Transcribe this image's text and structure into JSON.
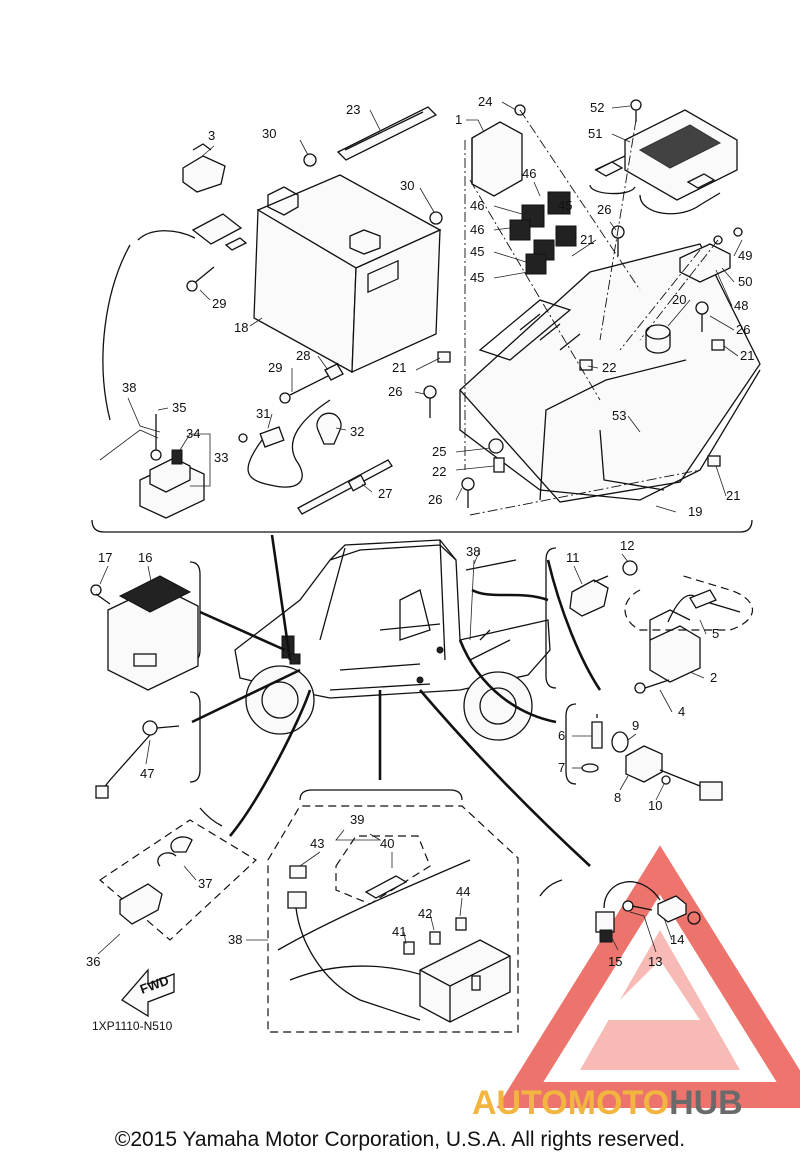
{
  "diagram_code": "1XP1110-N510",
  "forward_label": "FWD",
  "copyright": "©2015 Yamaha Motor Corporation, U.S.A. All rights reserved.",
  "watermark": {
    "brand_part1": "AUTOMOTO",
    "brand_part2": "HUB",
    "accent_color": "#e8463c",
    "secondary_color": "#f2b640",
    "gray_color": "#6a6a6a"
  },
  "callouts": {
    "n1": "1",
    "n2": "2",
    "n3": "3",
    "n4": "4",
    "n5": "5",
    "n6": "6",
    "n7": "7",
    "n8": "8",
    "n9": "9",
    "n10": "10",
    "n11": "11",
    "n12": "12",
    "n13": "13",
    "n14": "14",
    "n15": "15",
    "n16": "16",
    "n17": "17",
    "n18": "18",
    "n19": "19",
    "n20": "20",
    "n21": "21",
    "n22": "22",
    "n23": "23",
    "n24": "24",
    "n25": "25",
    "n26": "26",
    "n27": "27",
    "n28": "28",
    "n29": "29",
    "n30": "30",
    "n31": "31",
    "n32": "32",
    "n33": "33",
    "n34": "34",
    "n35": "35",
    "n36": "36",
    "n37": "37",
    "n38": "38",
    "n39": "39",
    "n40": "40",
    "n41": "41",
    "n42": "42",
    "n43": "43",
    "n44": "44",
    "n45": "45",
    "n46": "46",
    "n47": "47",
    "n48": "48",
    "n49": "49",
    "n50": "50",
    "n51": "51",
    "n52": "52",
    "n53": "53"
  }
}
